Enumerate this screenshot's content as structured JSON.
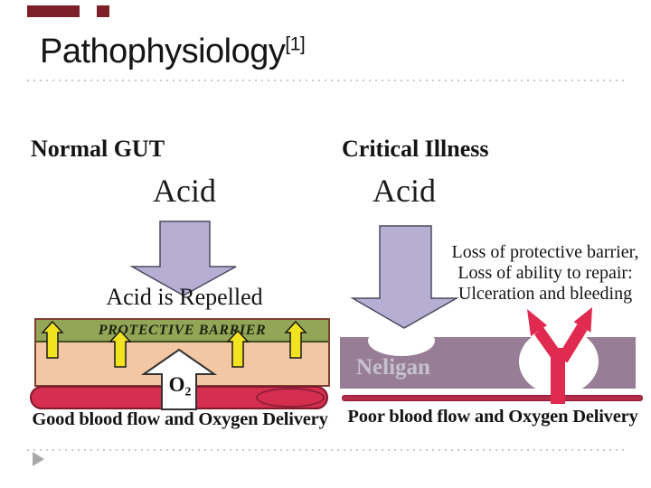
{
  "slide": {
    "title": "Pathophysiology",
    "title_reference": "[1]"
  },
  "colors": {
    "accent_maroon": "#7d1f28",
    "lavender": "#b6aed3",
    "lavender_stroke": "#4d4a5e",
    "green_bar": "#93a556",
    "peach": "#f3c7a4",
    "yellow": "#f2e320",
    "yellow_stroke": "#1a1a1a",
    "crimson_vessel": "#d52e4f",
    "mauve_band": "#977d95",
    "red_arrow": "#e02a4f",
    "thin_vessel": "#b52949",
    "white": "#ffffff",
    "white_arrow_stroke": "#333333"
  },
  "left_panel": {
    "heading": "Normal GUT",
    "acid_label": "Acid",
    "repelled_label": "Acid is Repelled",
    "barrier_label": "PROTECTIVE BARRIER",
    "o2_label": "O₂",
    "caption": "Good blood flow and Oxygen Delivery"
  },
  "right_panel": {
    "heading": "Critical Illness",
    "acid_label": "Acid",
    "annotation_line1": "Loss of protective barrier,",
    "annotation_line2": "Loss of ability to repair:",
    "annotation_line3": "Ulceration and bleeding",
    "watermark": "Neligan",
    "caption": "Poor blood flow and Oxygen Delivery"
  }
}
